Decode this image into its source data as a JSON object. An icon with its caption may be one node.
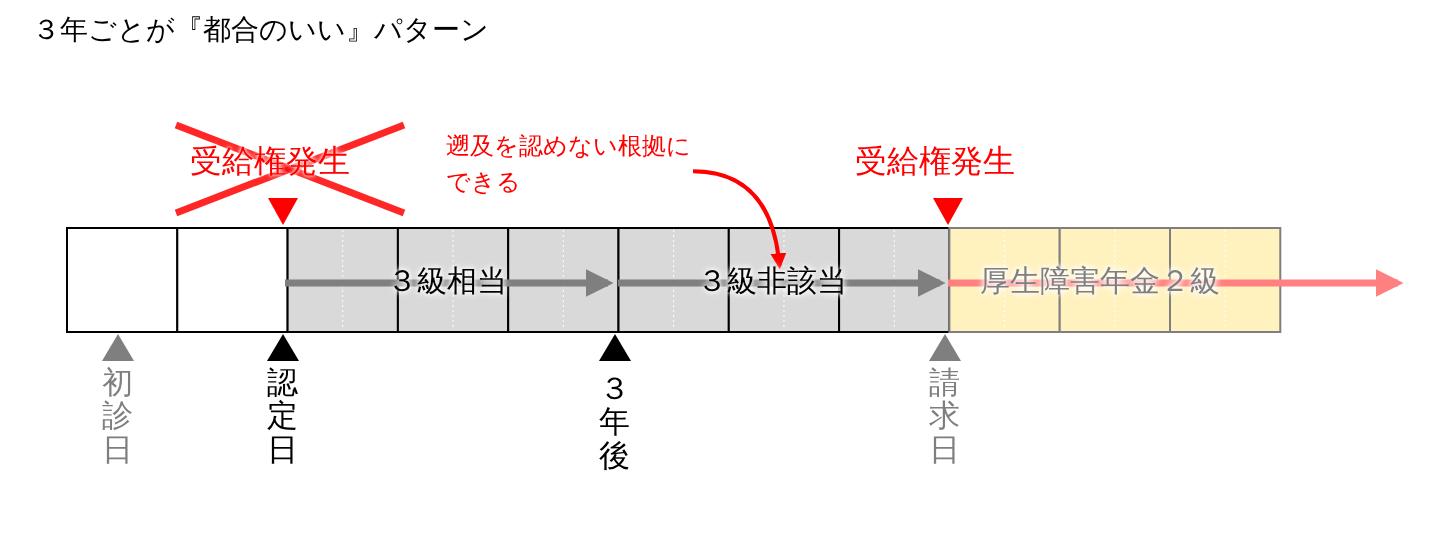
{
  "diagram": {
    "title": "３年ごとが『都合のいい』パターン",
    "nodes": [
      {
        "text": [
          "遡及を認めない根拠にできる"
        ]
      },
      {
        "text": [
          "３級非該当"
        ]
      }
    ],
    "edges": [
      {
        "from": 0,
        "to": 1,
        "arrow": "to"
      }
    ],
    "labels": [
      "受給権発生",
      "受給権発生",
      "３級相当",
      "厚生障害年金２級",
      "初診日",
      "認定日",
      "３年後",
      "請求日"
    ]
  }
}
